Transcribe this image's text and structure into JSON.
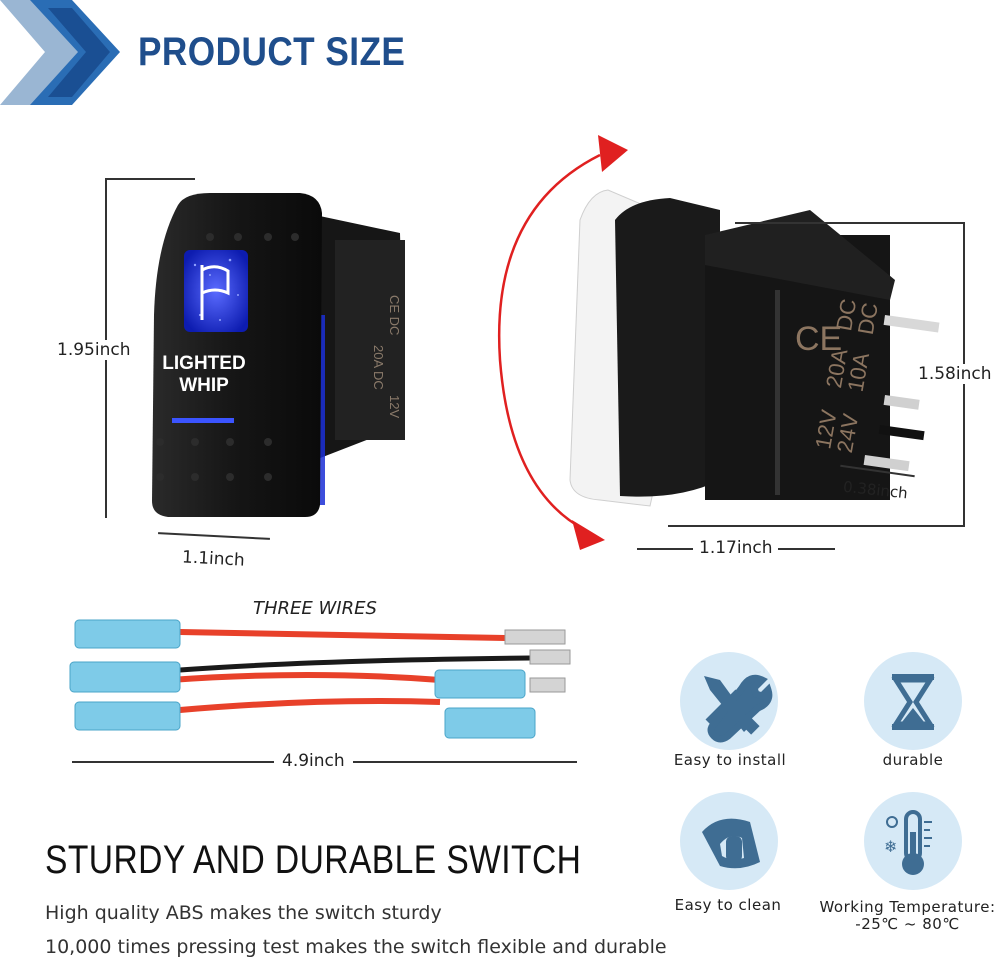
{
  "header": {
    "title": "PRODUCT SIZE"
  },
  "switch_front": {
    "height_label": "1.95inch",
    "width_label": "1.1inch",
    "legend_line1": "LIGHTED",
    "legend_line2": "WHIP"
  },
  "switch_side": {
    "height_label": "1.58inch",
    "depth_label": "1.17inch",
    "terminal_label": "0.38inch",
    "rating_ce": "CE",
    "rating_v1": "12V",
    "rating_v2": "24V",
    "rating_a1": "20A",
    "rating_a2": "10A",
    "rating_dc1": "DC",
    "rating_dc2": "DC"
  },
  "wires": {
    "label": "THREE WIRES",
    "length_label": "4.9inch"
  },
  "features": [
    {
      "label": "Easy to install",
      "icon": "tools-icon"
    },
    {
      "label": "durable",
      "icon": "hourglass-icon"
    },
    {
      "label": "Easy to clean",
      "icon": "cleaning-cloth-icon"
    },
    {
      "label_line1": "Working Temperature:",
      "label_line2": "-25℃ ~ 80℃",
      "icon": "thermometer-icon"
    }
  ],
  "section": {
    "heading": "STURDY AND DURABLE SWITCH",
    "line1": "High quality ABS makes the switch sturdy",
    "line2": "10,000 times pressing test makes the switch flexible and durable"
  },
  "colors": {
    "brand_blue": "#1f4e8c",
    "icon_blue": "#3f6d93",
    "icon_bg": "#d6e9f6",
    "arrow_red": "#e02020",
    "led_blue": "#2b3cff"
  }
}
